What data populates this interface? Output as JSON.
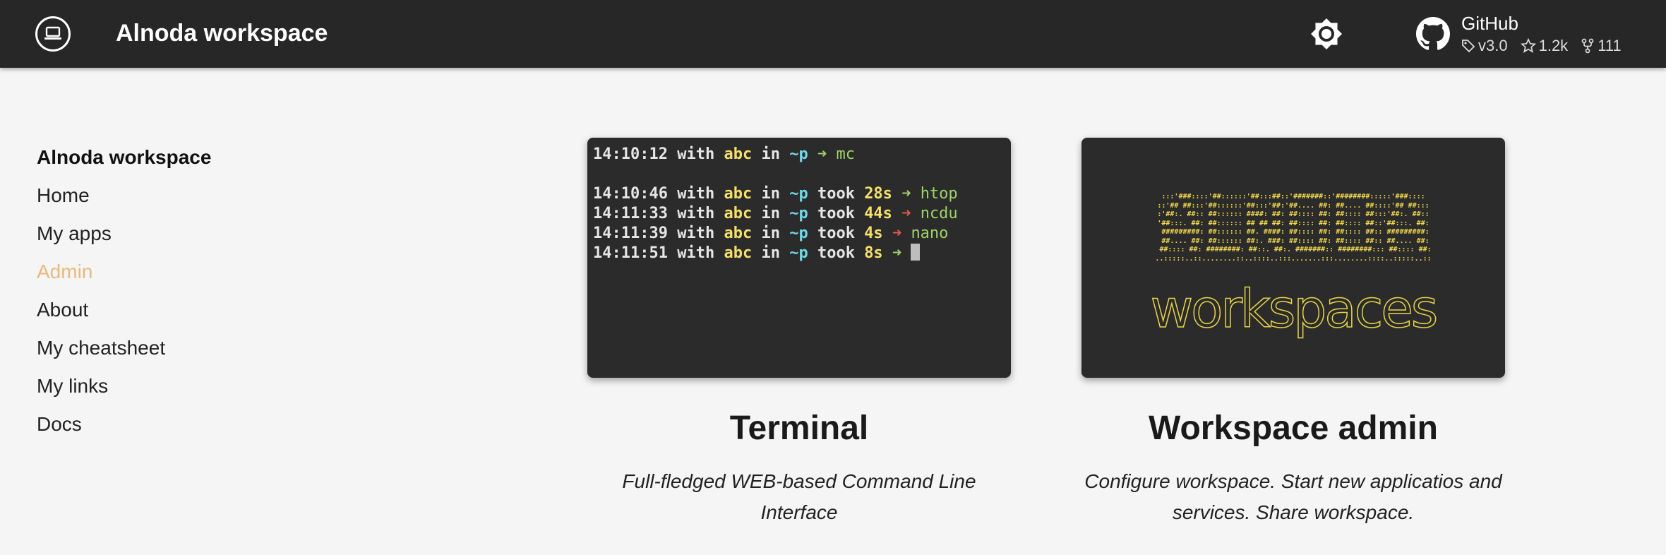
{
  "header": {
    "title": "Alnoda workspace",
    "logo_icon": "laptop-icon",
    "theme_icon": "brightness-icon",
    "repo": {
      "name": "GitHub",
      "version": "v3.0",
      "stars": "1.2k",
      "forks": "111"
    }
  },
  "sidebar": {
    "title": "Alnoda workspace",
    "items": [
      {
        "label": "Home"
      },
      {
        "label": "My apps"
      },
      {
        "label": "Admin",
        "active": true
      },
      {
        "label": "About"
      },
      {
        "label": "My cheatsheet"
      },
      {
        "label": "My links"
      },
      {
        "label": "Docs"
      }
    ]
  },
  "cards": [
    {
      "title": "Terminal",
      "description": "Full-fledged WEB-based Command Line Interface",
      "terminal": {
        "lines": [
          {
            "time": "14:10:12",
            "with": "with",
            "user": "abc",
            "in": "in",
            "dir": "~p",
            "took": "",
            "dur": "",
            "arrow": "➜",
            "cmd": "mc",
            "arrow_color": "green"
          },
          {
            "time": "14:10:46",
            "with": "with",
            "user": "abc",
            "in": "in",
            "dir": "~p",
            "took": "took",
            "dur": "28s",
            "arrow": "➜",
            "cmd": "htop",
            "arrow_color": "green"
          },
          {
            "time": "14:11:33",
            "with": "with",
            "user": "abc",
            "in": "in",
            "dir": "~p",
            "took": "took",
            "dur": "44s",
            "arrow": "➜",
            "cmd": "ncdu",
            "arrow_color": "red"
          },
          {
            "time": "14:11:39",
            "with": "with",
            "user": "abc",
            "in": "in",
            "dir": "~p",
            "took": "took",
            "dur": "4s",
            "arrow": "➜",
            "cmd": "nano",
            "arrow_color": "red"
          },
          {
            "time": "14:11:51",
            "with": "with",
            "user": "abc",
            "in": "in",
            "dir": "~p",
            "took": "took",
            "dur": "8s",
            "arrow": "➜",
            "cmd": "",
            "arrow_color": "green"
          }
        ]
      }
    },
    {
      "title": "Workspace admin",
      "description": "Configure workspace. Start new applicatios and services. Share workspace.",
      "art_word": "workspaces"
    }
  ],
  "colors": {
    "header_bg": "#272727",
    "page_bg": "#f5f5f5",
    "active_nav": "#e8b97a",
    "terminal_bg": "#2b2b2b",
    "art_yellow": "#f0d84e"
  }
}
